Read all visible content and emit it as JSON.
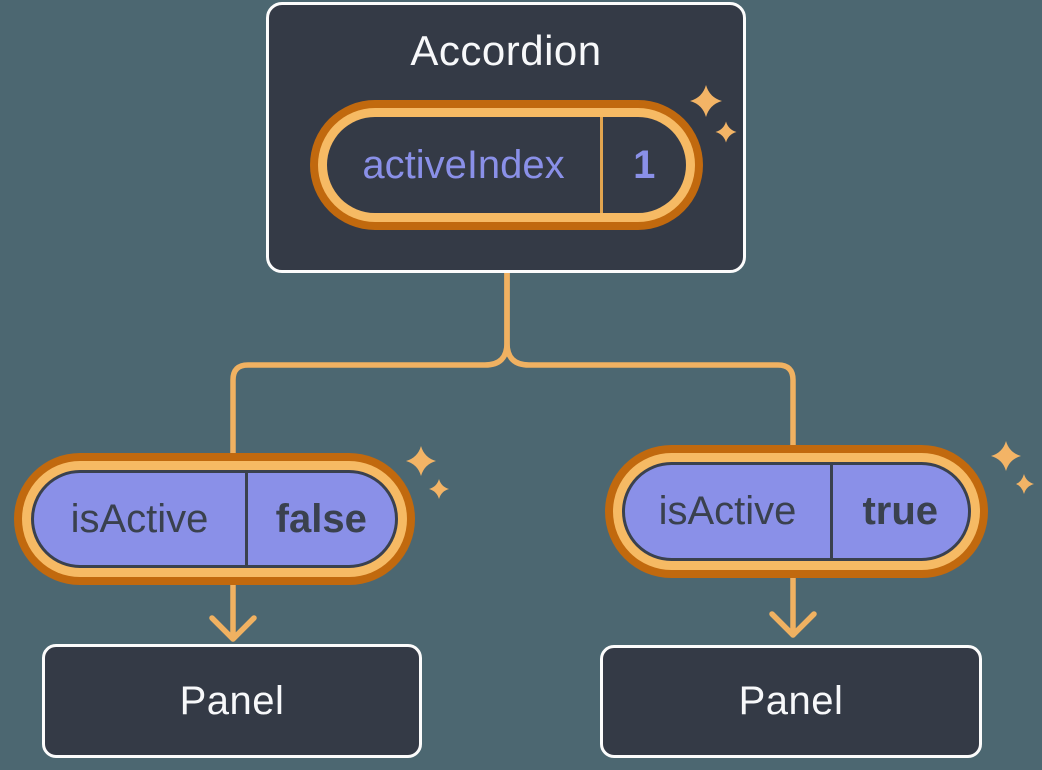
{
  "diagram": {
    "root_component": {
      "title": "Accordion",
      "state": {
        "name": "activeIndex",
        "value": "1"
      }
    },
    "props": [
      {
        "name": "isActive",
        "value": "false"
      },
      {
        "name": "isActive",
        "value": "true"
      }
    ],
    "children": [
      {
        "label": "Panel"
      },
      {
        "label": "Panel"
      }
    ]
  },
  "colors": {
    "background": "#4C6771",
    "node_fill": "#343A46",
    "node_border": "#FCFCFC",
    "node_text": "#F7F8FA",
    "prop_fill": "#8A90E8",
    "prop_text": "#3A414E",
    "ring_outer_orange": "#C1690E",
    "ring_inner_orange": "#F6BA64",
    "connector_orange": "#F0B161",
    "sparkle_orange": "#F3B466",
    "state_text_purple": "#8A90E8",
    "state_divider_orange": "#E2A44F"
  }
}
